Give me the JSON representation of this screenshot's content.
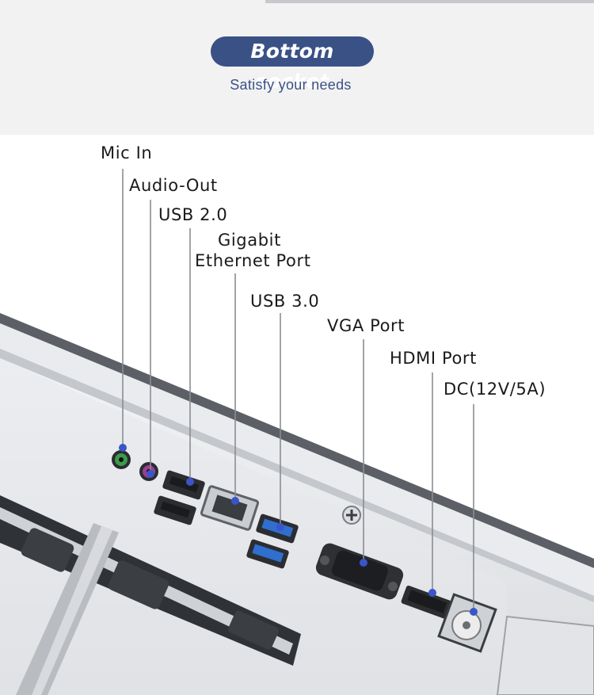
{
  "header": {
    "title": "Bottom socket",
    "subtitle": "Satisfy your needs",
    "accent_color": "#3a5186"
  },
  "callouts": {
    "mic_in": "Mic In",
    "audio_out": "Audio-Out",
    "usb2": "USB 2.0",
    "ethernet_line1": "Gigabit",
    "ethernet_line2": "Ethernet Port",
    "usb3": "USB 3.0",
    "vga": "VGA Port",
    "hdmi": "HDMI Port",
    "dc": "DC(12V/5A)"
  },
  "colors": {
    "marker": "#3a55c8",
    "mic_jack": "#3e9a4a",
    "audio_jack": "#9a3e96",
    "usb3_blue": "#2f6fd0"
  }
}
